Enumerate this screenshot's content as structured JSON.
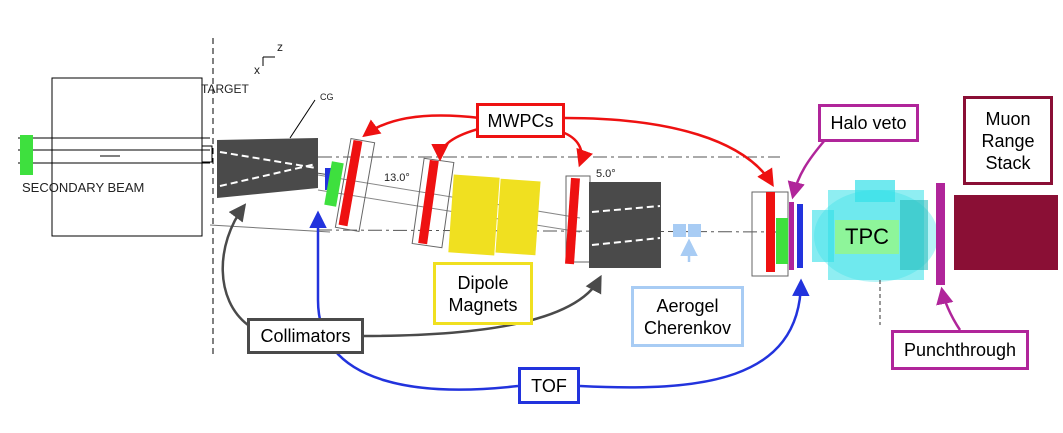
{
  "diagram": {
    "labels": {
      "mwpcs": "MWPCs",
      "halo_veto": "Halo veto",
      "muon_range_stack": "Muon\nRange\nStack",
      "tpc": "TPC",
      "dipole_magnets": "Dipole\nMagnets",
      "aerogel_cherenkov": "Aerogel\nCherenkov",
      "collimators": "Collimators",
      "tof": "TOF",
      "punchthrough": "Punchthrough"
    },
    "beamline_text": {
      "secondary_beam": "SECONDARY BEAM",
      "target": "TARGET",
      "cg": "CG",
      "angle_13": "13.0°",
      "angle_5": "5.0°",
      "axis_z": "z",
      "axis_x": "x"
    },
    "colors": {
      "mwpc": "#ee1111",
      "halo_veto": "#b0259a",
      "muon_range_stack": "#8a0f35",
      "tpc": "#33e0e8",
      "tpc_label_bg": "#8ef59a",
      "dipole": "#f0e020",
      "aerogel": "#a8ccf4",
      "collimator": "#4a4a4a",
      "tof": "#2233dd",
      "punchthrough": "#b0259a",
      "green_counter": "#3ee03e"
    }
  }
}
